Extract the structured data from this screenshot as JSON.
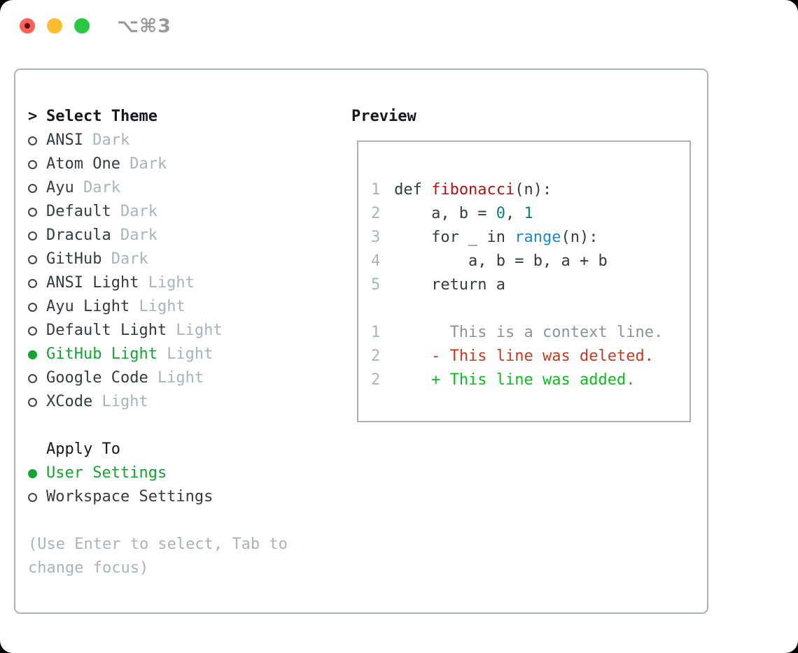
{
  "titlebar": {
    "title": "⌥⌘3"
  },
  "colors": {
    "text": "#343b43",
    "muted": "#a9b3be",
    "selection_green": "#12a532",
    "panel_border": "#a8b0bb",
    "traffic_red": "#ff5f57",
    "traffic_yellow": "#febc2e",
    "traffic_green": "#28c840",
    "code": "#343b43",
    "func": "#b01414",
    "num": "#0f7d87",
    "builtin": "#1989c8",
    "ctx": "#8b949e",
    "del": "#c23b22",
    "add": "#0ebc20",
    "ln": "#a9b3be"
  },
  "picker": {
    "prompt": ">",
    "title": "Select Theme",
    "items": [
      {
        "name": "ANSI",
        "variant": "Dark",
        "selected": false
      },
      {
        "name": "Atom One",
        "variant": "Dark",
        "selected": false
      },
      {
        "name": "Ayu",
        "variant": "Dark",
        "selected": false
      },
      {
        "name": "Default",
        "variant": "Dark",
        "selected": false
      },
      {
        "name": "Dracula",
        "variant": "Dark",
        "selected": false
      },
      {
        "name": "GitHub",
        "variant": "Dark",
        "selected": false
      },
      {
        "name": "ANSI Light",
        "variant": "Light",
        "selected": false
      },
      {
        "name": "Ayu Light",
        "variant": "Light",
        "selected": false
      },
      {
        "name": "Default Light",
        "variant": "Light",
        "selected": false
      },
      {
        "name": "GitHub Light",
        "variant": "Light",
        "selected": true
      },
      {
        "name": "Google Code",
        "variant": "Light",
        "selected": false
      },
      {
        "name": "XCode",
        "variant": "Light",
        "selected": false
      }
    ],
    "apply_to": {
      "title": "Apply To",
      "options": [
        {
          "label": "User Settings",
          "selected": true
        },
        {
          "label": "Workspace Settings",
          "selected": false
        }
      ]
    },
    "hint_lines": [
      "(Use Enter to select, Tab to",
      "change focus)"
    ]
  },
  "preview": {
    "title": "Preview",
    "lines": [
      {
        "num": "1",
        "tokens": [
          [
            "def ",
            "code"
          ],
          [
            "fibonacci",
            "func"
          ],
          [
            "(n):",
            "code"
          ]
        ]
      },
      {
        "num": "2",
        "tokens": [
          [
            "    a, b = ",
            "code"
          ],
          [
            "0",
            "num"
          ],
          [
            ", ",
            "code"
          ],
          [
            "1",
            "num"
          ]
        ]
      },
      {
        "num": "3",
        "tokens": [
          [
            "    for _ in ",
            "code"
          ],
          [
            "range",
            "builtin"
          ],
          [
            "(n):",
            "code"
          ]
        ]
      },
      {
        "num": "4",
        "tokens": [
          [
            "        a, b = b, a + b",
            "code"
          ]
        ]
      },
      {
        "num": "5",
        "tokens": [
          [
            "    return a",
            "code"
          ]
        ]
      },
      {
        "num": "",
        "tokens": []
      },
      {
        "num": "1",
        "tokens": [
          [
            "      This is a context line.",
            "ctx"
          ]
        ]
      },
      {
        "num": "2",
        "tokens": [
          [
            "    ",
            "code"
          ],
          [
            "- This line was deleted.",
            "del"
          ]
        ]
      },
      {
        "num": "2",
        "tokens": [
          [
            "    ",
            "code"
          ],
          [
            "+ This line was added.",
            "add"
          ]
        ]
      }
    ]
  }
}
